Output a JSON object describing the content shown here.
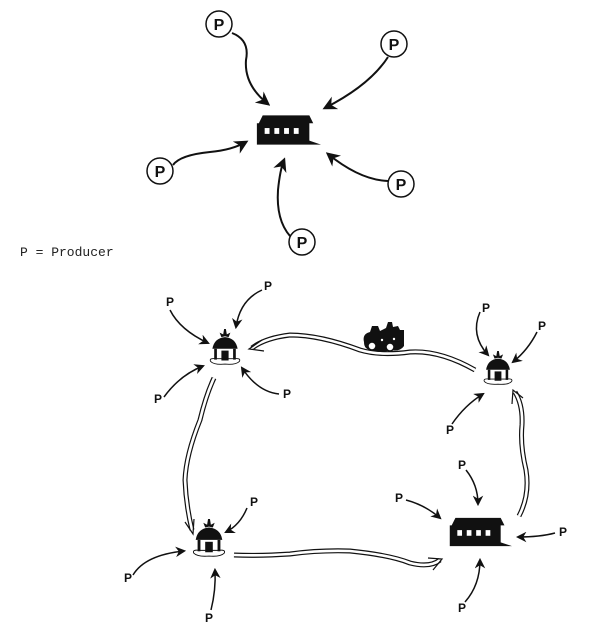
{
  "legend": {
    "text": "P = Producer"
  },
  "top_diagram": {
    "title": "Single market with producers",
    "center": {
      "type": "market-hall"
    },
    "producers": [
      {
        "label": "P"
      },
      {
        "label": "P"
      },
      {
        "label": "P"
      },
      {
        "label": "P"
      },
      {
        "label": "P"
      }
    ]
  },
  "bottom_diagram": {
    "title": "Network of markets linked by transport",
    "nodes": [
      {
        "id": "top-left",
        "type": "hut-market",
        "producers": [
          "P",
          "P",
          "P",
          "P"
        ]
      },
      {
        "id": "top-right",
        "type": "hut-market",
        "producers": [
          "P",
          "P",
          "P"
        ]
      },
      {
        "id": "bottom-left",
        "type": "hut-market",
        "producers": [
          "P",
          "P",
          "P"
        ]
      },
      {
        "id": "bottom-right",
        "type": "market-hall",
        "producers": [
          "P",
          "P",
          "P",
          "P"
        ]
      }
    ],
    "routes": [
      {
        "from": "top-right",
        "to": "top-left",
        "vehicle": "train"
      },
      {
        "from": "top-left",
        "to": "bottom-left"
      },
      {
        "from": "bottom-left",
        "to": "bottom-right"
      },
      {
        "from": "bottom-right",
        "to": "top-right"
      }
    ]
  },
  "producer_label": "P"
}
